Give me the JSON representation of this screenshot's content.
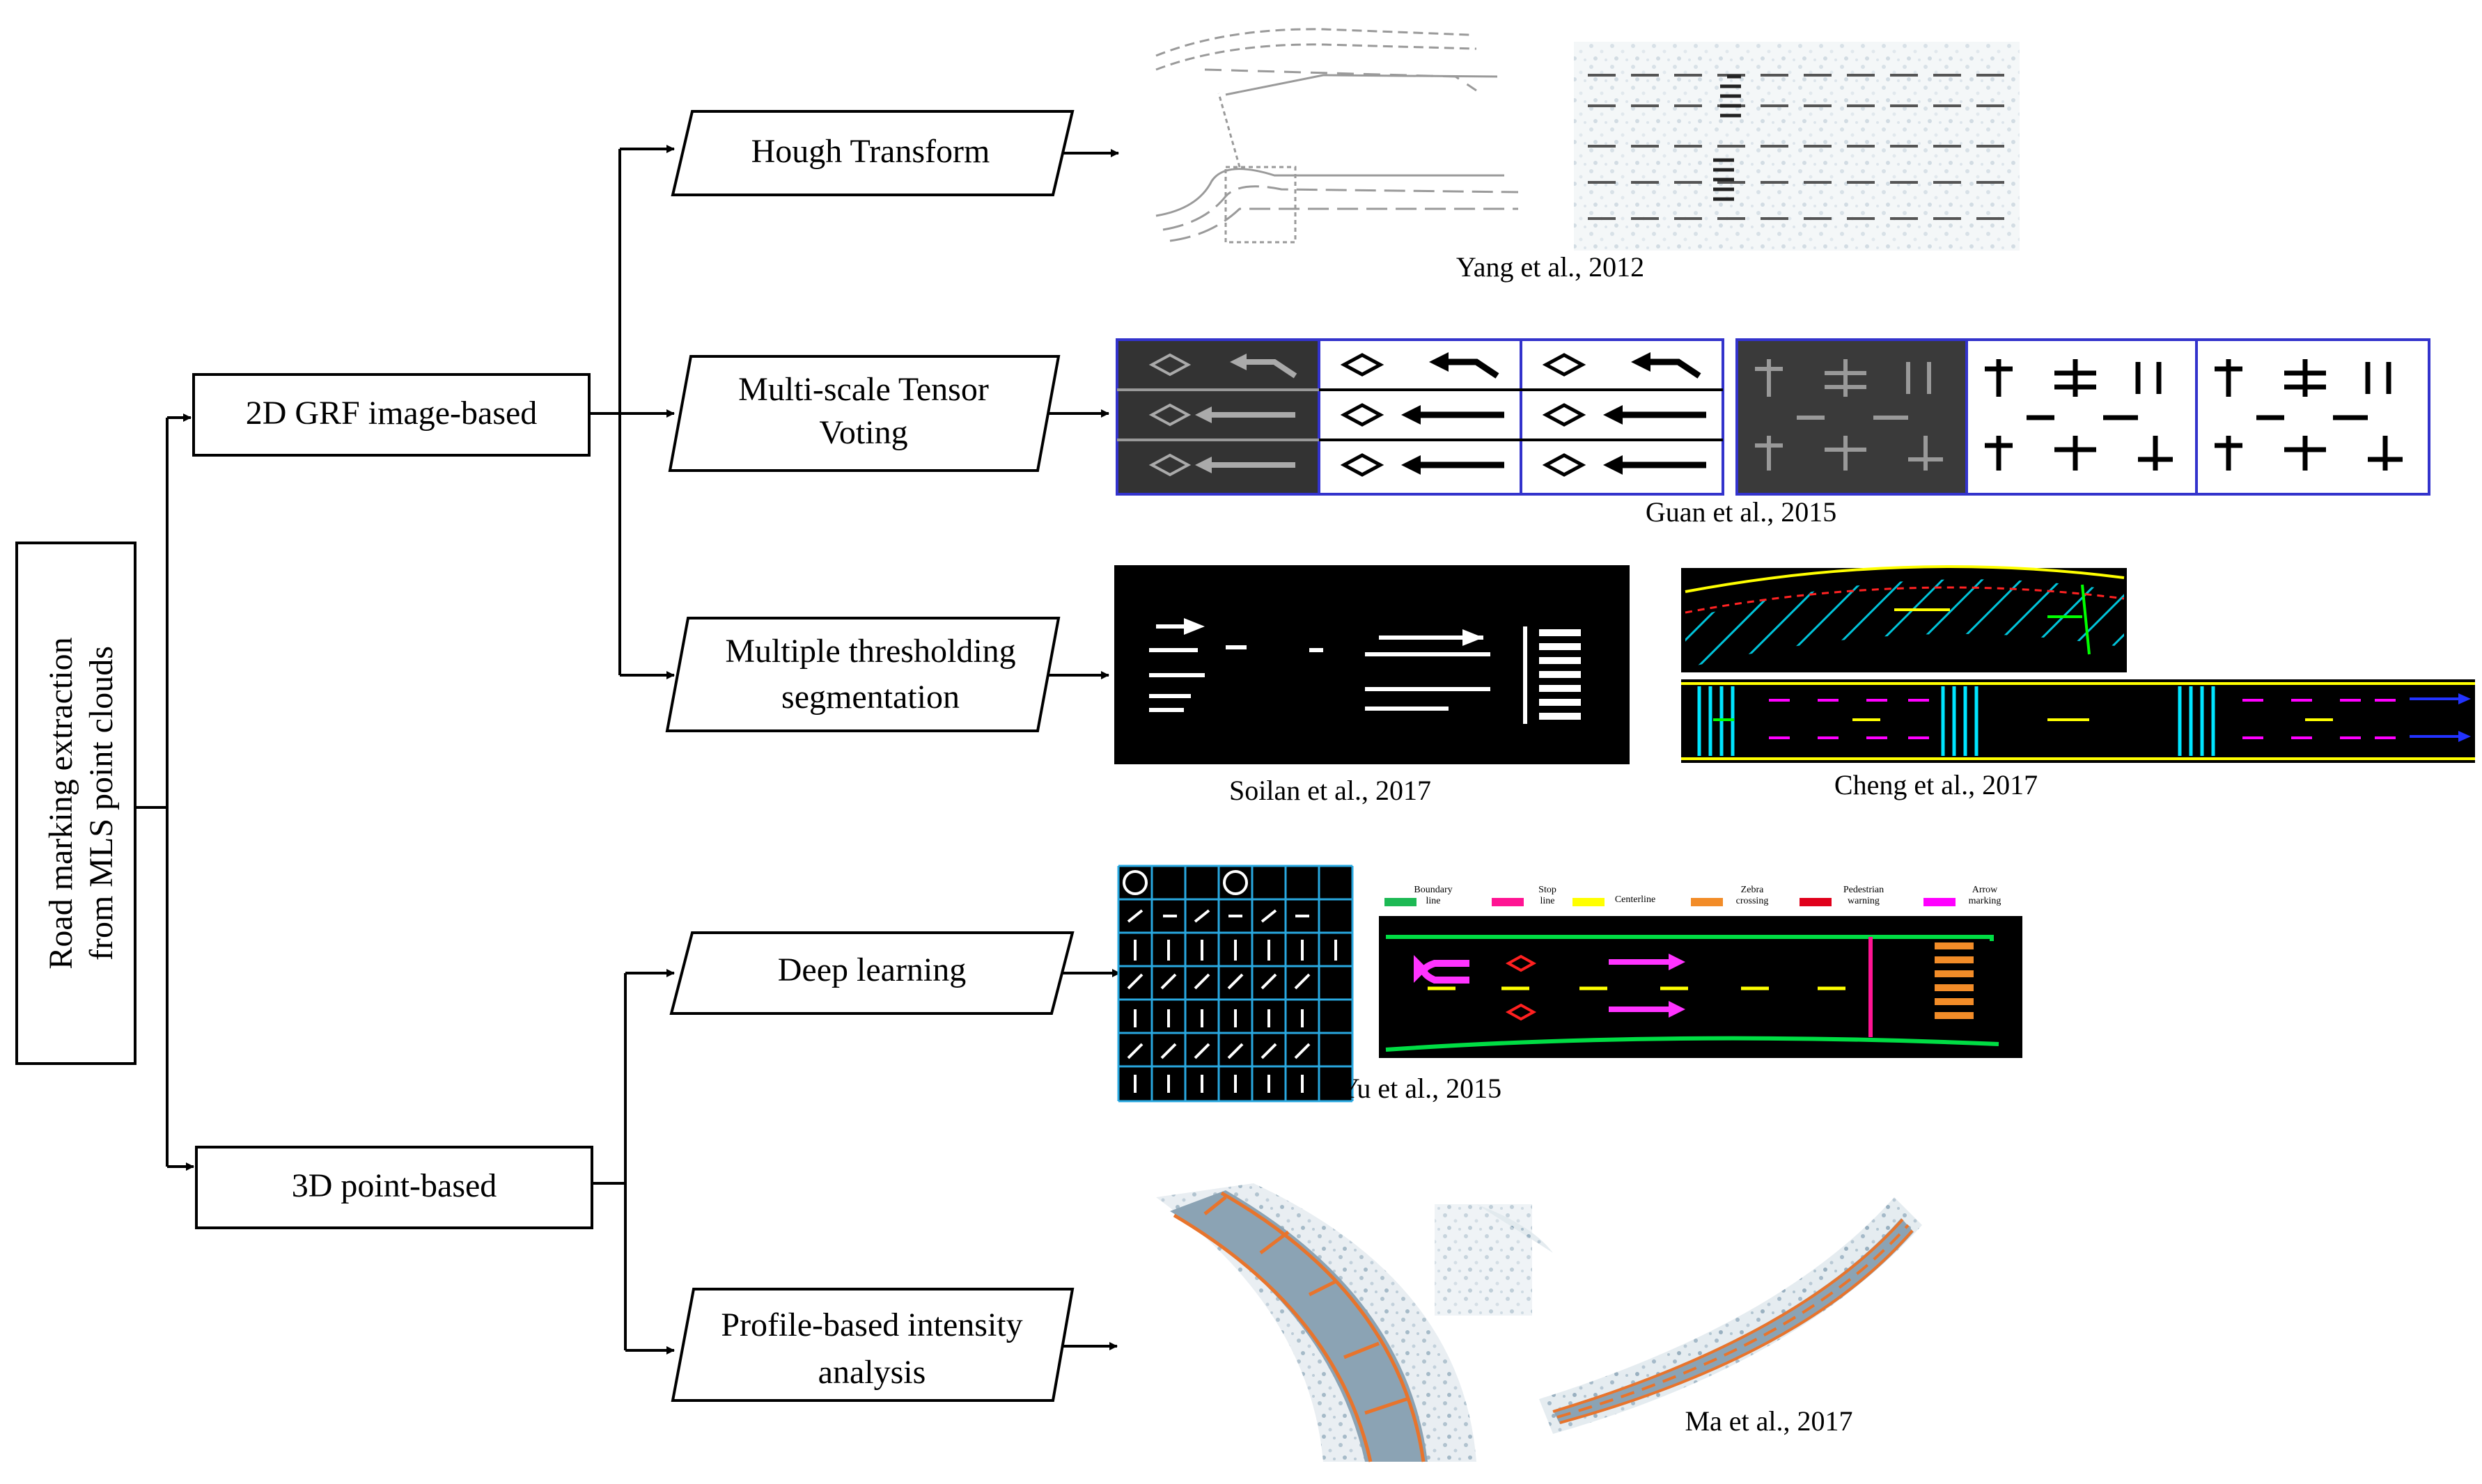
{
  "root": {
    "label_line1": "Road marking extraction",
    "label_line2": "from MLS point clouds"
  },
  "categories": [
    {
      "id": "grf",
      "label": "2D GRF image-based"
    },
    {
      "id": "point",
      "label": "3D point-based"
    }
  ],
  "methods": [
    {
      "id": "hough",
      "line1": "Hough Transform",
      "line2": ""
    },
    {
      "id": "tensor",
      "line1": "Multi-scale Tensor",
      "line2": "Voting"
    },
    {
      "id": "threshold",
      "line1": "Multiple thresholding",
      "line2": "segmentation"
    },
    {
      "id": "deep",
      "line1": "Deep learning",
      "line2": ""
    },
    {
      "id": "profile",
      "line1": "Profile-based intensity",
      "line2": "analysis"
    }
  ],
  "captions": {
    "yang": "Yang et al., 2012",
    "guan": "Guan et al., 2015",
    "soilan": "Soilan et al., 2017",
    "cheng": "Cheng et al., 2017",
    "yu": "Yu et al., 2015",
    "ma": "Ma et al., 2017"
  },
  "yu_legend": [
    {
      "line1": "Boundary",
      "line2": "line",
      "color": "#1db954"
    },
    {
      "line1": "Stop",
      "line2": "line",
      "color": "#ff1493"
    },
    {
      "line1": "Centerline",
      "line2": "",
      "color": "#ffff00"
    },
    {
      "line1": "Zebra",
      "line2": "crossing",
      "color": "#f28c28"
    },
    {
      "line1": "Pedestrian",
      "line2": "warning",
      "color": "#e0001b"
    },
    {
      "line1": "Arrow",
      "line2": "marking",
      "color": "#ff00ff"
    }
  ],
  "colors": {
    "line": "#000000",
    "panel_border": "#3333cc",
    "cyan": "#00e5ff",
    "magenta": "#ff00ff",
    "orange": "#e8742c",
    "green": "#00ff00"
  }
}
